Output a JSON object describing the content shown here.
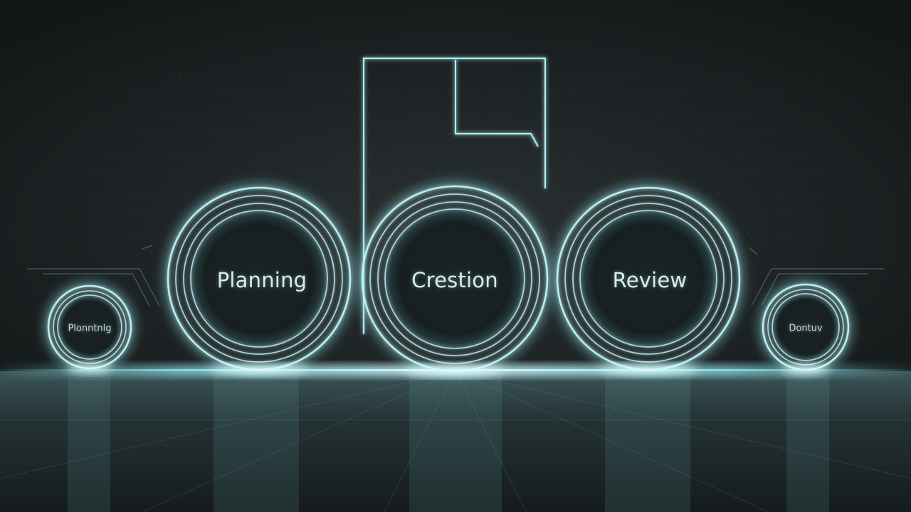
{
  "stages": [
    {
      "id": "side-left",
      "label": "Plonntnlg",
      "size": "small"
    },
    {
      "id": "planning",
      "label": "Planning",
      "size": "large"
    },
    {
      "id": "creation",
      "label": "Crestion",
      "size": "large"
    },
    {
      "id": "review",
      "label": "Review",
      "size": "large"
    },
    {
      "id": "side-right",
      "label": "Dontuv",
      "size": "small"
    }
  ],
  "colors": {
    "glow": "#8fe6ee",
    "ring": "#bff4f7",
    "background": "#1d2324"
  }
}
